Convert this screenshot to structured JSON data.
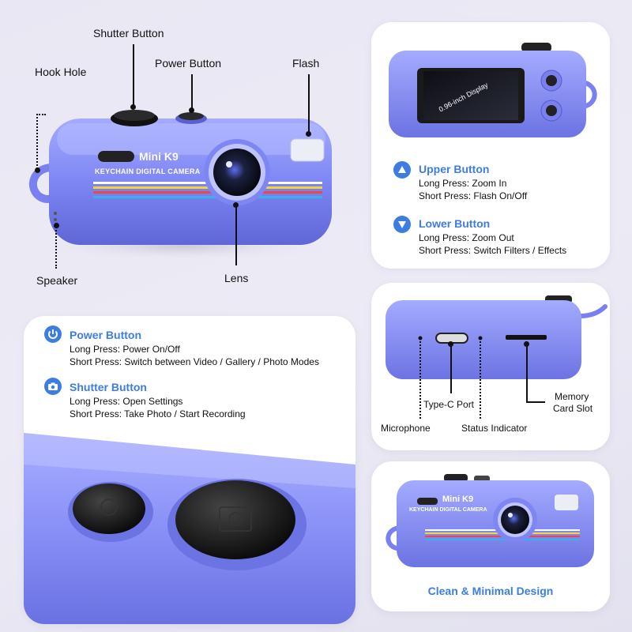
{
  "main_callouts": {
    "shutter_button": "Shutter Button",
    "power_button": "Power Button",
    "hook_hole": "Hook Hole",
    "flash": "Flash",
    "speaker": "Speaker",
    "lens": "Lens"
  },
  "camera": {
    "brand": "Mini K9",
    "subtitle": "KEYCHAIN DIGITAL CAMERA",
    "body_color": "#7f86f5",
    "stripe_colors": [
      "#ffffff",
      "#f2d53c",
      "#e84a4a",
      "#3db0ea"
    ]
  },
  "display_panel": {
    "display_label": "0.96-inch Display",
    "upper_button": {
      "title": "Upper Button",
      "line1": "Long Press: Zoom In",
      "line2": "Short Press: Flash On/Off",
      "icon": "triangle-up-icon"
    },
    "lower_button": {
      "title": "Lower Button",
      "line1": "Long Press: Zoom Out",
      "line2": "Short Press: Switch Filters / Effects",
      "icon": "triangle-down-icon"
    }
  },
  "ports_panel": {
    "microphone": "Microphone",
    "type_c_port": "Type-C Port",
    "status_indicator": "Status Indicator",
    "memory_card_slot_line1": "Memory",
    "memory_card_slot_line2": "Card Slot"
  },
  "buttons_panel": {
    "power_button": {
      "title": "Power Button",
      "line1": "Long Press: Power On/Off",
      "line2": "Short Press: Switch between Video / Gallery / Photo Modes",
      "icon": "power-icon"
    },
    "shutter_button": {
      "title": "Shutter Button",
      "line1": "Long Press: Open Settings",
      "line2": "Short Press: Take Photo / Start Recording",
      "icon": "camera-icon"
    }
  },
  "design_panel": {
    "caption": "Clean & Minimal Design"
  },
  "colors": {
    "accent": "#3d7de0",
    "body": "#7f86f5"
  }
}
